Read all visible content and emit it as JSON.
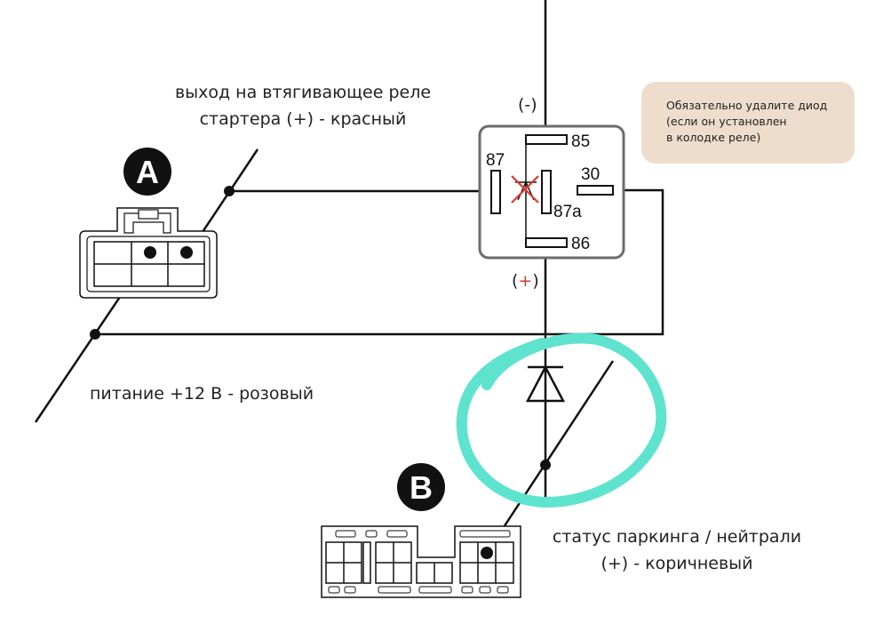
{
  "labels": {
    "starter_output_line1": "выход на втягивающее реле",
    "starter_output_line2": "стартера (+) - красный",
    "power": "питание +12 В - розовый",
    "park_status_line1": "статус паркинга / нейтрали",
    "park_status_line2": "(+) - коричневый"
  },
  "connectors": {
    "a": "A",
    "b": "B"
  },
  "relay": {
    "pin_85": "85",
    "pin_87": "87",
    "pin_30": "30",
    "pin_87a": "87a",
    "pin_86": "86",
    "polarity_minus": "(-)",
    "polarity_plus_open": "(",
    "polarity_plus_sign": "+",
    "polarity_plus_close": ")"
  },
  "note": {
    "line1": "Обязательно удалите диод",
    "line2": "(если он установлен",
    "line3": "в колодке реле)"
  },
  "colors": {
    "wire": "#111111",
    "relay_box": "#6b6b6b",
    "highlight": "#5ee3cf",
    "cross": "#e0392f",
    "plus_sign": "#e0392f",
    "note_bg": "#eeddcc"
  }
}
